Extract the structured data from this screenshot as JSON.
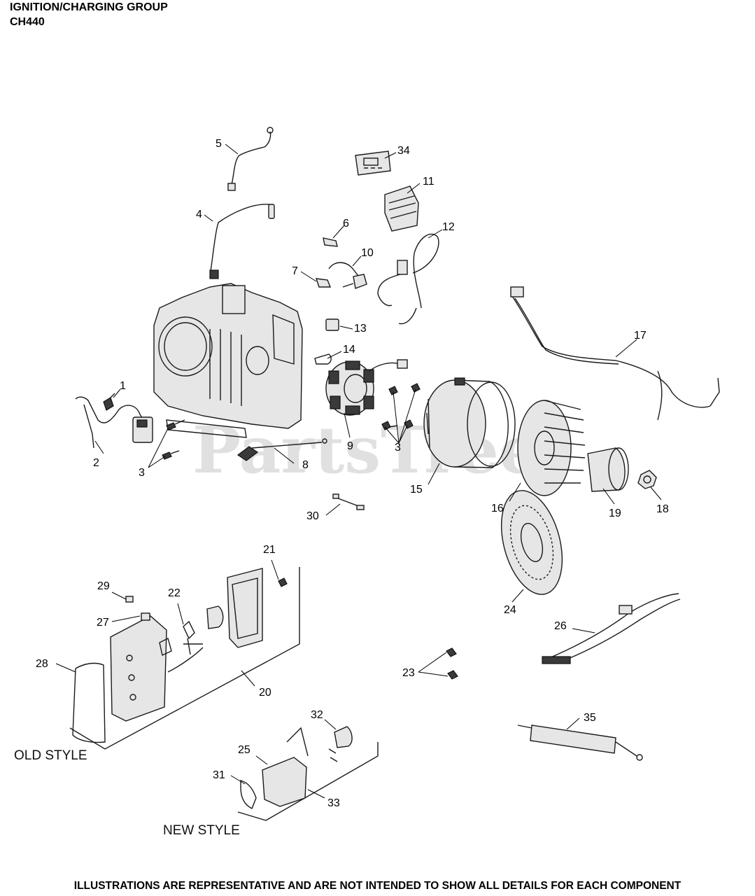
{
  "header": {
    "title": "IGNITION/CHARGING GROUP",
    "model": "CH440"
  },
  "watermark": "PartsTree",
  "style_labels": {
    "old": "OLD STYLE",
    "new": "NEW STYLE"
  },
  "callouts": {
    "c1": "1",
    "c2": "2",
    "c3a": "3",
    "c3b": "3",
    "c4": "4",
    "c5": "5",
    "c6": "6",
    "c7": "7",
    "c8": "8",
    "c9": "9",
    "c10": "10",
    "c11": "11",
    "c12": "12",
    "c13": "13",
    "c14": "14",
    "c15": "15",
    "c16": "16",
    "c17": "17",
    "c18": "18",
    "c19": "19",
    "c20": "20",
    "c21": "21",
    "c22": "22",
    "c23": "23",
    "c24": "24",
    "c25": "25",
    "c26": "26",
    "c27": "27",
    "c28": "28",
    "c29": "29",
    "c30": "30",
    "c31": "31",
    "c32": "32",
    "c33": "33",
    "c34": "34",
    "c35": "35"
  },
  "footer": "ILLUSTRATIONS ARE REPRESENTATIVE AND ARE NOT INTENDED TO SHOW ALL DETAILS FOR EACH COMPONENT"
}
